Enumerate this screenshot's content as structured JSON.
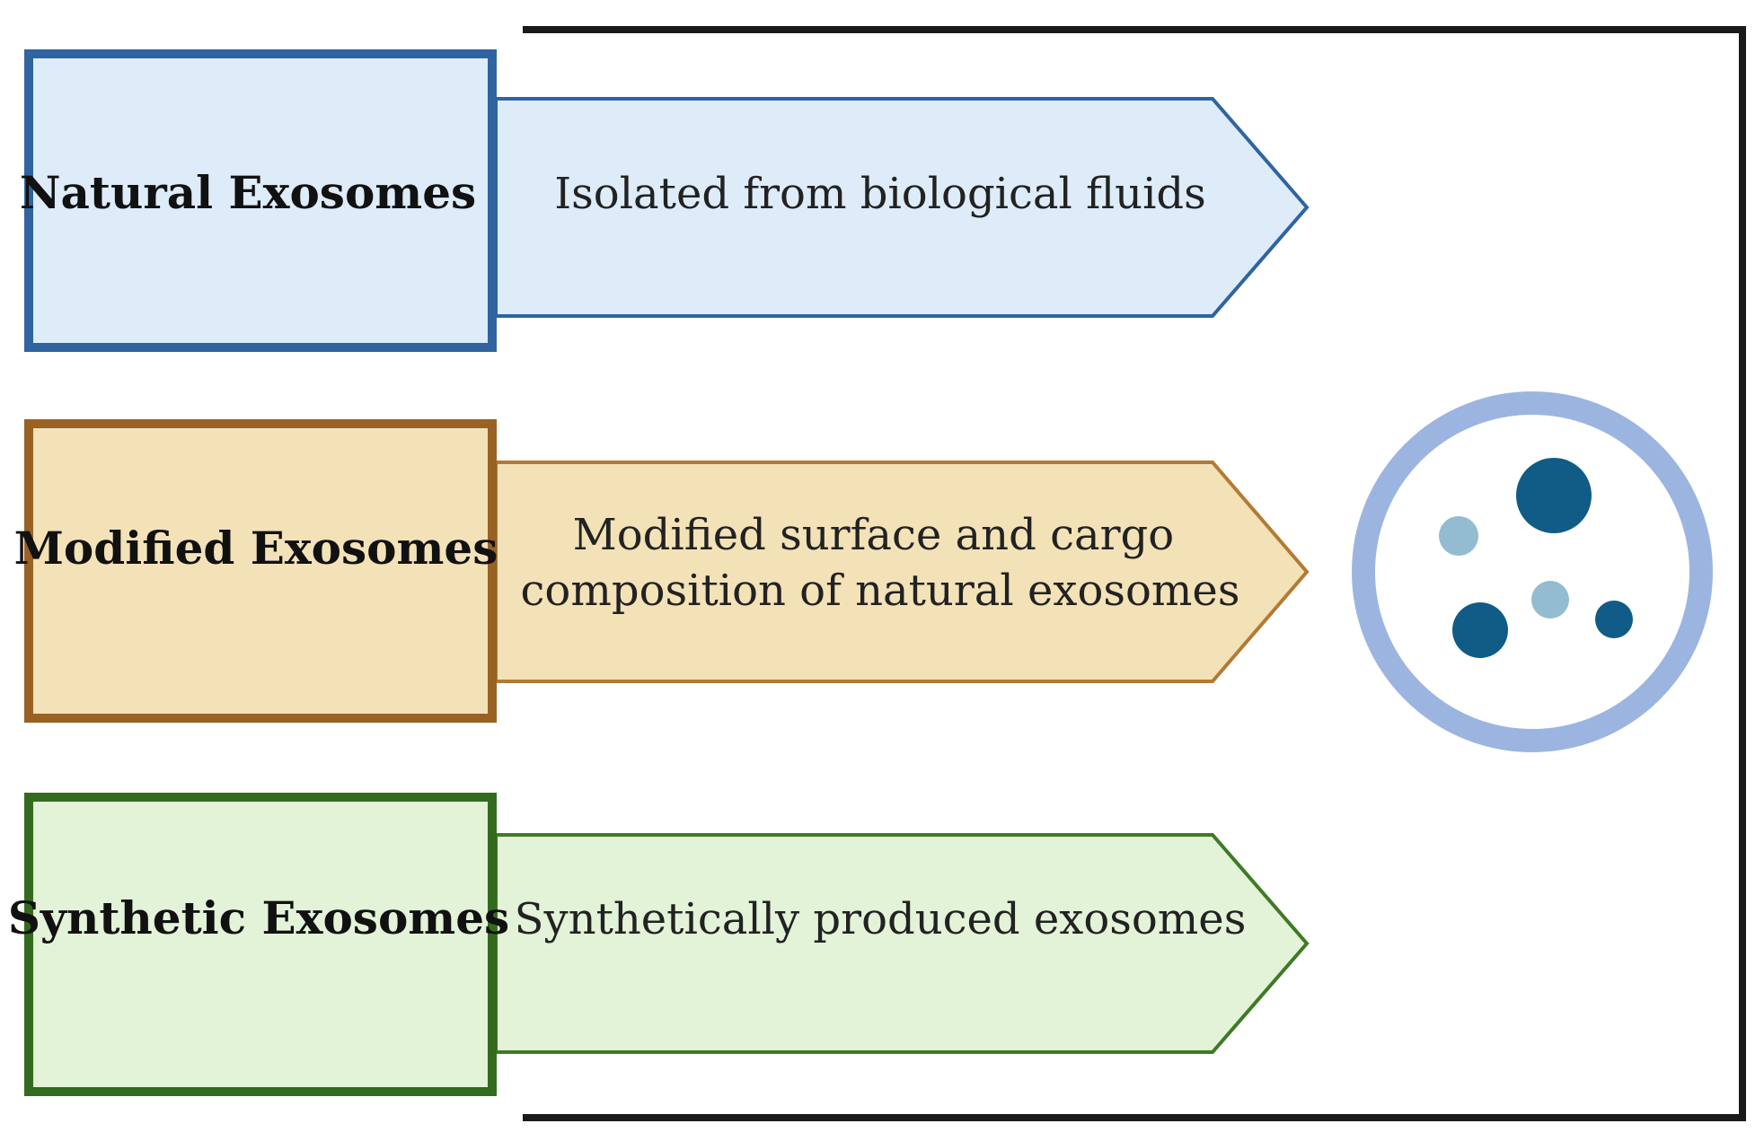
{
  "rows": [
    {
      "label": "Natural Exosomes",
      "desc_lines": [
        "Isolated from biological fluids"
      ],
      "box_fill": "#deecf9",
      "box_stroke": "#2f64a0",
      "arrow_fill": "#deecf9",
      "arrow_stroke": "#2f64a0"
    },
    {
      "label": "Modified Exosomes",
      "desc_lines": [
        "Modified surface and cargo",
        "composition of natural exosomes"
      ],
      "box_fill": "#f3e2b7",
      "box_stroke": "#9a6125",
      "arrow_fill": "#f3e2b7",
      "arrow_stroke": "#b27a35"
    },
    {
      "label": "Synthetic Exosomes",
      "desc_lines": [
        "Synthetically produced exosomes"
      ],
      "box_fill": "#e2f3d8",
      "box_stroke": "#336b1e",
      "arrow_fill": "#e2f3d8",
      "arrow_stroke": "#3f7a26"
    }
  ],
  "colors": {
    "bracket": "#1a1a1a",
    "vesicle_ring": "#9cb5e0",
    "particle_dark": "#115b87",
    "particle_light": "#93bcd1"
  },
  "icon": "exosome-vesicle-icon"
}
